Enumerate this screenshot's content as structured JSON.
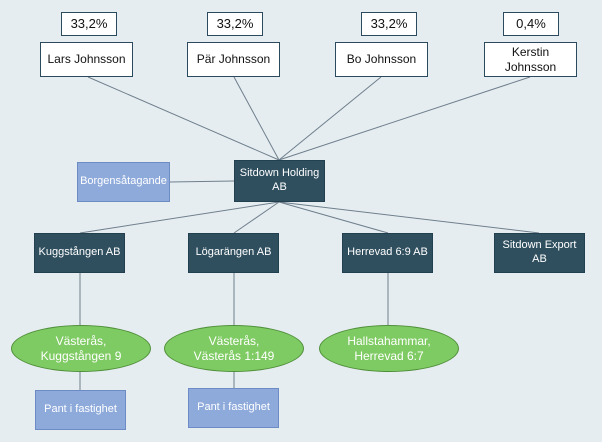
{
  "colors": {
    "background": "#e6edf1",
    "company_fill": "#2f4f5f",
    "aux_fill": "#8eaadb",
    "property_fill": "#7fcb63",
    "connector": "#6e7f8c"
  },
  "owners": [
    {
      "share": "33,2%",
      "name": "Lars Johnsson"
    },
    {
      "share": "33,2%",
      "name": "Pär Johnsson"
    },
    {
      "share": "33,2%",
      "name": "Bo Johnsson"
    },
    {
      "share": "0,4%",
      "name": "Kerstin\nJohnsson"
    }
  ],
  "holding": {
    "name": "Sitdown Holding\nAB"
  },
  "guarantee": {
    "label": "Borgensåtagande"
  },
  "subsidiaries": [
    {
      "name": "Kuggstången AB"
    },
    {
      "name": "Lögarängen AB"
    },
    {
      "name": "Herrevad 6:9 AB"
    },
    {
      "name": "Sitdown Export\nAB"
    }
  ],
  "properties": [
    {
      "label": "Västerås,\nKuggstången 9"
    },
    {
      "label": "Västerås,\nVästerås 1:149"
    },
    {
      "label": "Hallstahammar,\nHerrevad 6:7"
    }
  ],
  "pledges": [
    {
      "label": "Pant i fastighet"
    },
    {
      "label": "Pant i fastighet"
    }
  ]
}
